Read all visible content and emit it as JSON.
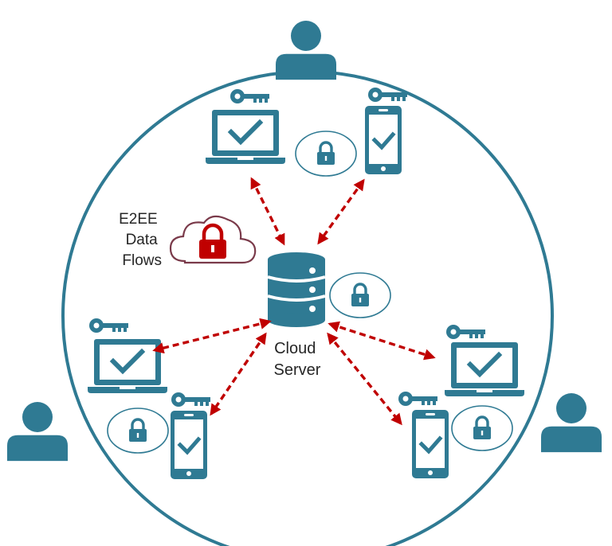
{
  "labels": {
    "e2ee": [
      "E2EE",
      "Data",
      "Flows"
    ],
    "server": [
      "Cloud",
      "Server"
    ]
  },
  "colors": {
    "teal": "#2f7a93",
    "red": "#c00000",
    "cloud_outline": "#7a3a4a",
    "text": "#262626"
  },
  "icons": {
    "user": "user-icon",
    "laptop": "laptop-icon",
    "phone": "phone-icon",
    "key": "key-icon",
    "lock": "lock-icon",
    "cloud": "cloud-lock-icon",
    "server": "database-server-icon",
    "arrow": "bidirectional-dashed-arrow"
  }
}
